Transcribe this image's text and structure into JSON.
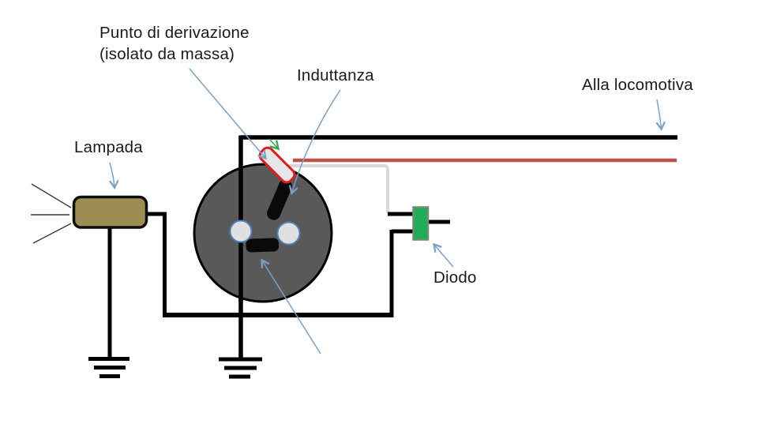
{
  "diagram": {
    "labels": {
      "tap_point_line1": "Punto di derivazione",
      "tap_point_line2": "(isolato da massa)",
      "inductance": "Induttanza",
      "to_locomotive": "Alla locomotiva",
      "lamp": "Lampada",
      "diode": "Diodo"
    },
    "colors": {
      "background": "#ffffff",
      "text": "#1a1a1a",
      "wire_black": "#000000",
      "wire_red": "#bf504d",
      "wire_gray": "#d9d9d9",
      "plug_body": "#595959",
      "plug_hole_fill": "#e0e0e0",
      "plug_hole_border": "#4f81bd",
      "tap_fill": "#e6e6e6",
      "tap_border_red": "#e51a1a",
      "diode_green": "#1fad55",
      "diode_border": "#6d8f70",
      "lamp_fill": "#9c8d52",
      "arrow_blue": "#7ba0c8",
      "arrow_green": "#3aa655"
    }
  }
}
